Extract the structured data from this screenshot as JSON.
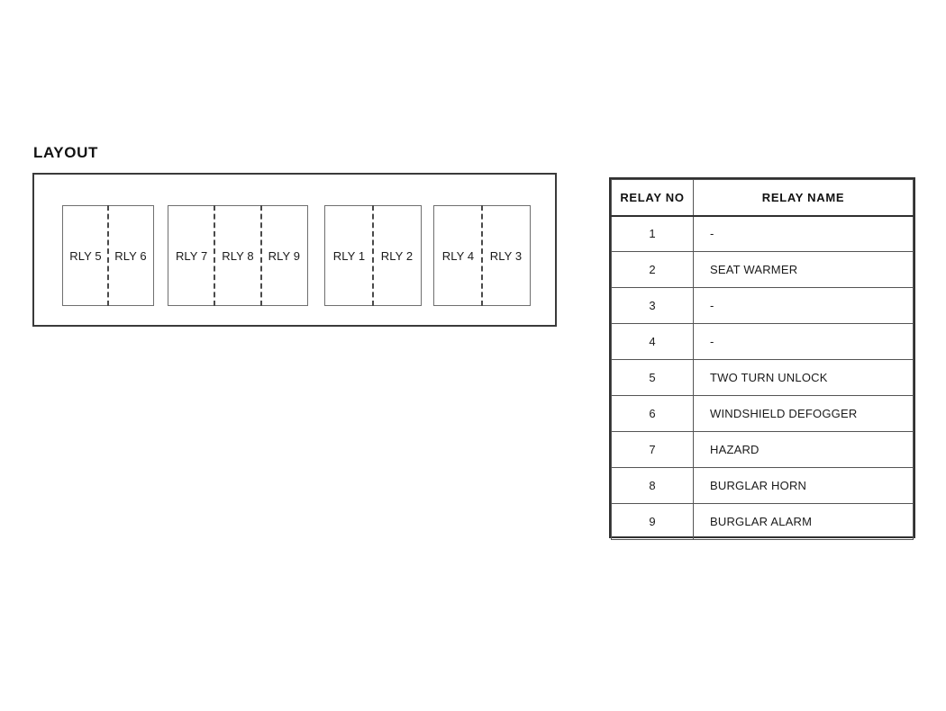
{
  "layout": {
    "title": "LAYOUT",
    "groups": [
      {
        "cells": [
          "RLY 5",
          "RLY 6"
        ]
      },
      {
        "cells": [
          "RLY 7",
          "RLY 8",
          "RLY 9"
        ]
      },
      {
        "cells": [
          "RLY 1",
          "RLY 2"
        ]
      },
      {
        "cells": [
          "RLY 4",
          "RLY 3"
        ]
      }
    ]
  },
  "relay_table": {
    "headers": [
      "RELAY NO",
      "RELAY  NAME"
    ],
    "rows": [
      {
        "no": "1",
        "name": "-"
      },
      {
        "no": "2",
        "name": "SEAT WARMER"
      },
      {
        "no": "3",
        "name": "-"
      },
      {
        "no": "4",
        "name": "-"
      },
      {
        "no": "5",
        "name": "TWO TURN UNLOCK"
      },
      {
        "no": "6",
        "name": "WINDSHIELD DEFOGGER"
      },
      {
        "no": "7",
        "name": "HAZARD"
      },
      {
        "no": "8",
        "name": "BURGLAR HORN"
      },
      {
        "no": "9",
        "name": "BURGLAR ALARM"
      }
    ]
  },
  "colors": {
    "background": "#ffffff",
    "outline_dark": "#303030",
    "outline_mid": "#555555",
    "outline_light": "#6f6f6f",
    "text": "#1a1a1a"
  }
}
